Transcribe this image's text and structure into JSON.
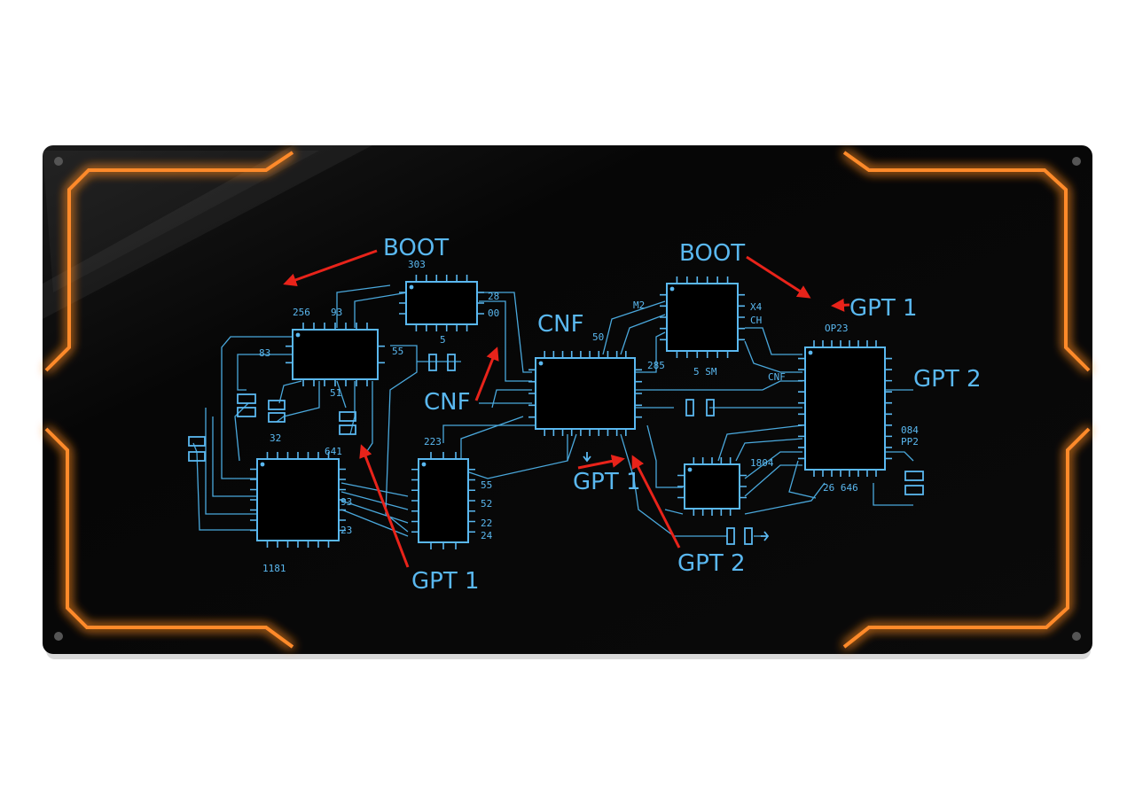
{
  "colors": {
    "board": "#050505",
    "glow": "#ff7a1a",
    "trace": "#5ab8f0",
    "arrow": "#e8231a"
  },
  "annotations": {
    "boot_left": "BOOT",
    "boot_right": "BOOT",
    "cnf_top": "CNF",
    "cnf_left": "CNF",
    "gpt1_center": "GPT 1",
    "gpt1_bottom_left": "GPT 1",
    "gpt1_top_right": "GPT 1",
    "gpt2_right": "GPT 2",
    "gpt2_bottom": "GPT 2"
  },
  "component_labels": {
    "l_256": "256",
    "l_93": "93",
    "l_83": "83",
    "l_55a": "55",
    "l_51": "51",
    "l_32": "32",
    "l_303": "303",
    "l_28": "28",
    "l_00": "00",
    "l_5": "5",
    "l_223": "223",
    "l_55b": "55",
    "l_52": "52",
    "l_22": "22",
    "l_24": "24",
    "l_641": "641",
    "l_93b": "93",
    "l_23": "23",
    "l_1181": "1181",
    "l_m2": "M2",
    "l_285": "285",
    "l_x4": "X4",
    "l_c4": "CH",
    "l_5m": "5 SM",
    "l_cnf": "CNF",
    "l_0p23": "OP23",
    "l_084": "084",
    "l_pp2": "PP2",
    "l_26646": "26 646",
    "l_1804": "1804",
    "l_50": "50"
  }
}
